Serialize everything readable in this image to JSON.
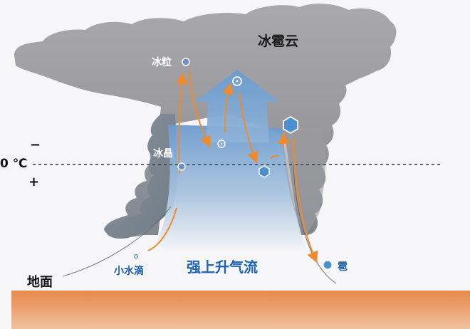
{
  "diagram": {
    "title": "冰雹云",
    "labels": {
      "ice_pellet": "冰粒",
      "ice_crystal": "冰晶",
      "freezing_level": "0 ℃",
      "above_sign": "−",
      "below_sign": "+",
      "ground": "地面",
      "small_droplet": "小水滴",
      "updraft": "强上升气流",
      "hail": "雹"
    },
    "colors": {
      "cloud": "#9a9a9e",
      "updraft_arrow": "#6f9fd0",
      "trajectory": "#f08a2a",
      "ground": "#e78a48",
      "label_blue": "#1f64b4",
      "particle": "#4a8fd0"
    },
    "elements": [
      "cumulonimbus-cloud",
      "updraft-arrow",
      "freezing-level-dashed-line",
      "particle-trajectories",
      "ground-surface"
    ]
  }
}
